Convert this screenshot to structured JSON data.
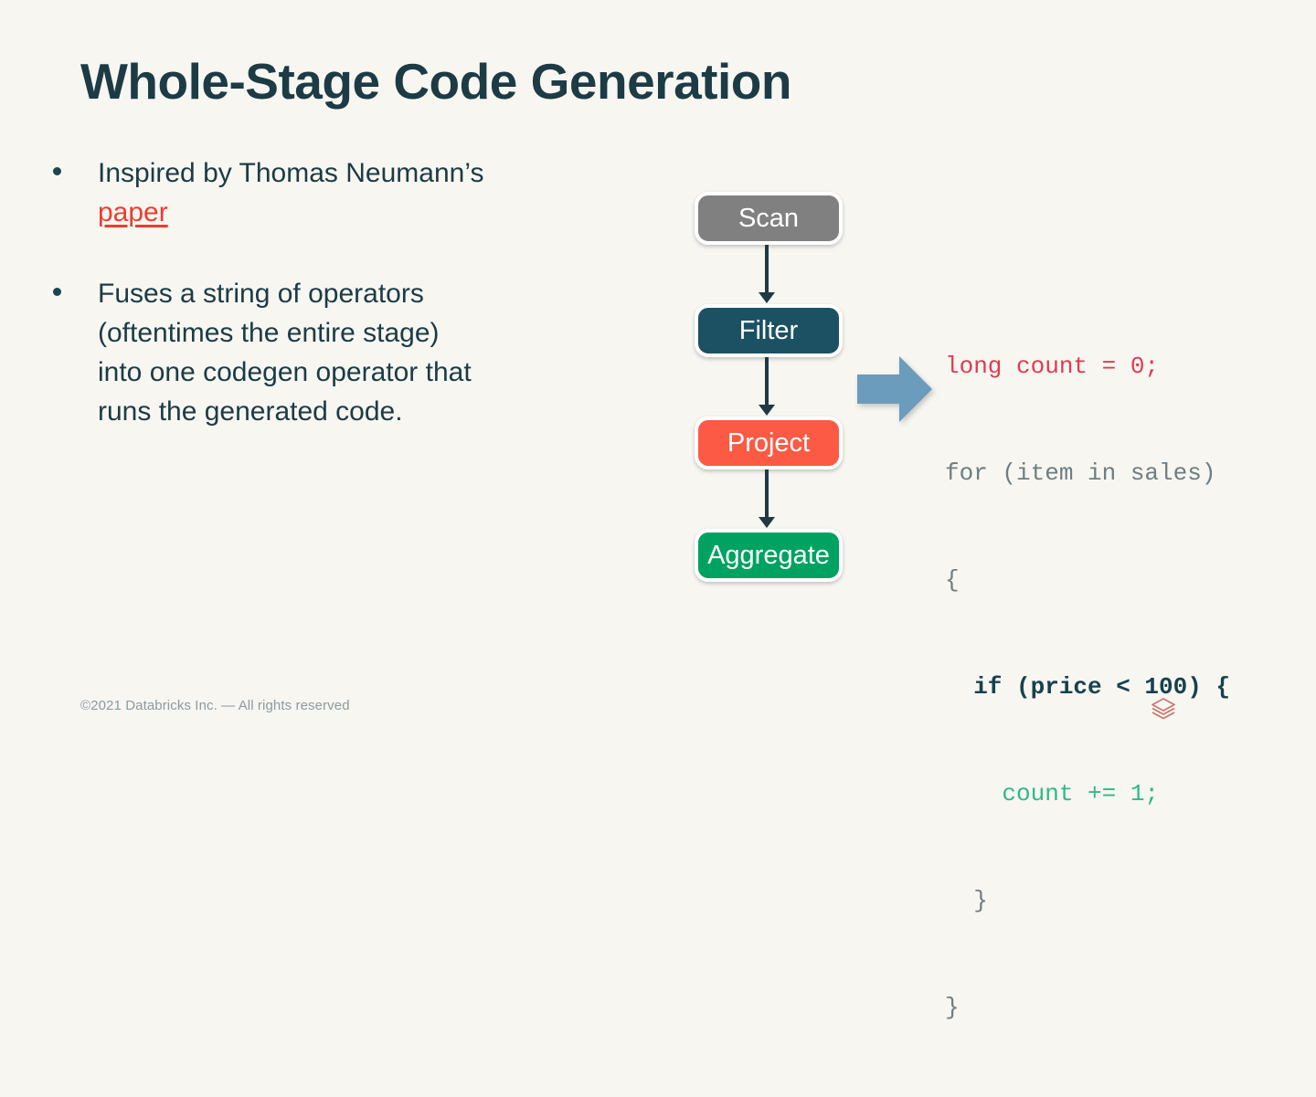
{
  "slide": {
    "title": "Whole-Stage Code Generation",
    "background_color": "#F7F6F1",
    "title_color": "#1C3B45"
  },
  "bullets": [
    {
      "line1": "Inspired by Thomas Neumann’s",
      "link_label": "paper",
      "link_color": "#EE3D2E"
    },
    {
      "line1": "Fuses a string of operators",
      "line2": "(oftentimes the entire stage)",
      "line3": "into one codegen operator that",
      "line4": "runs the generated code."
    }
  ],
  "diagram": {
    "nodes": [
      {
        "label": "Scan",
        "color": "#808080"
      },
      {
        "label": "Filter",
        "color": "#1B5163"
      },
      {
        "label": "Project",
        "color": "#FC5A44"
      },
      {
        "label": "Aggregate",
        "color": "#00A262"
      }
    ],
    "connector_color": "#1F3A44",
    "block_arrow_color": "#6B9CBB"
  },
  "code": {
    "lines": [
      {
        "text": "long count = 0;",
        "style": "c-red"
      },
      {
        "text": "for (item in sales)",
        "style": "c-gray"
      },
      {
        "text": "{",
        "style": "c-gray"
      },
      {
        "text": "  if (price < 100) {",
        "style": "c-teal"
      },
      {
        "text": "    count += 1;",
        "style": "c-green"
      },
      {
        "text": "  }",
        "style": "c-gray"
      },
      {
        "text": "}",
        "style": "c-gray"
      }
    ]
  },
  "footer": {
    "copyright": "©2021 Databricks Inc. — All rights reserved",
    "logo_name": "databricks-logo",
    "logo_color": "#C9736B"
  }
}
